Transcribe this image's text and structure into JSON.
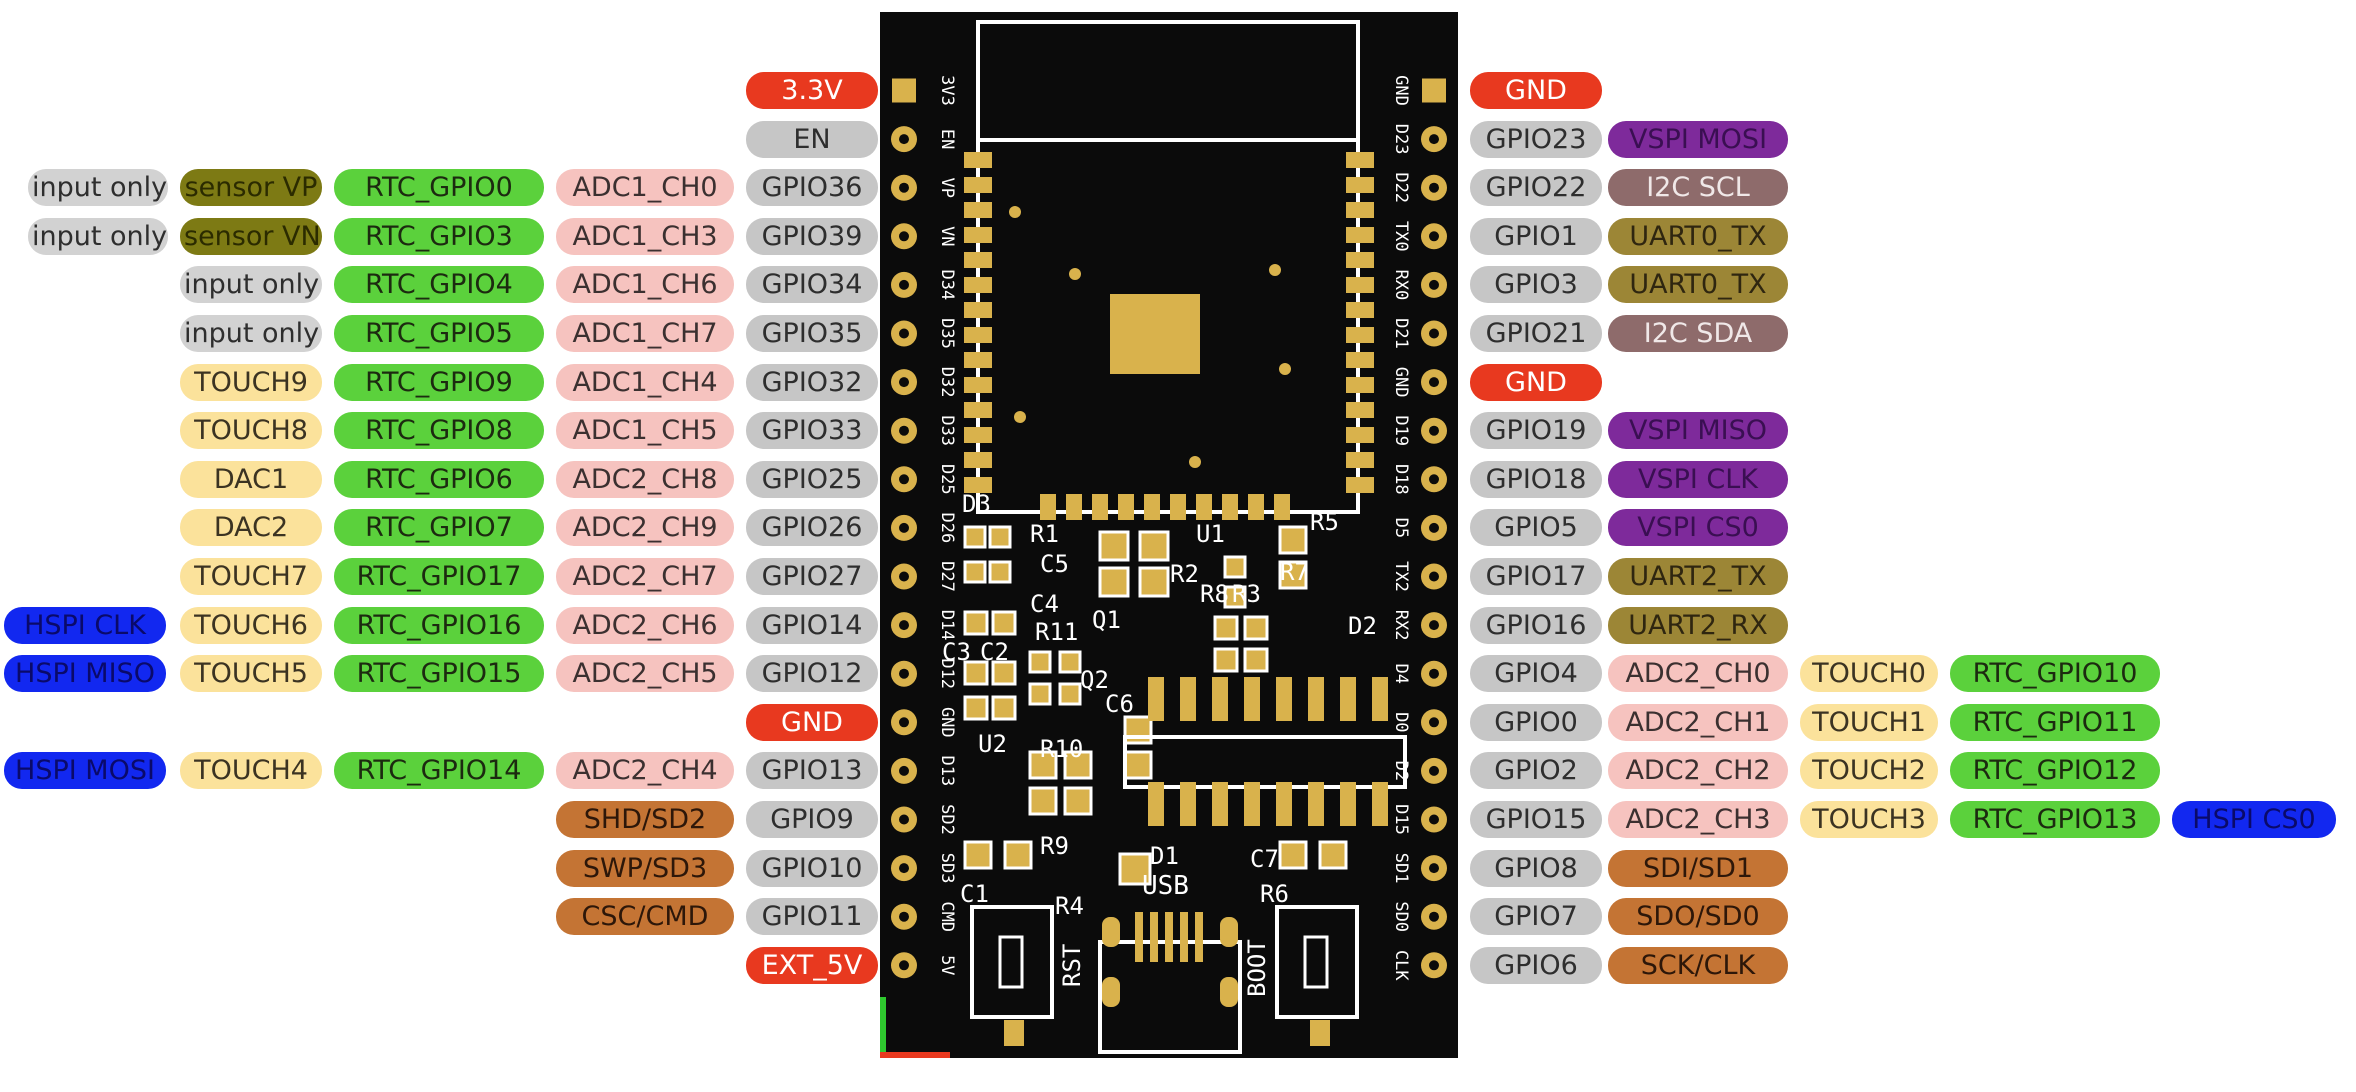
{
  "colors": {
    "board": "#0b0b0b",
    "pad": "#d9b24c",
    "silk": "#ffffff",
    "power": "#e8391f",
    "gpio": "#c6c6c6",
    "rtc": "#5bd13c",
    "adc": "#f6c3bf",
    "touch": "#fbe29b",
    "sensor": "#7d7a14",
    "hspi": "#1228f0",
    "vspi": "#7e2a9b",
    "i2c": "#8e6b6b",
    "uart": "#9c8636",
    "flash": "#c47434"
  },
  "left_pins": [
    {
      "pin": "3.3V",
      "silk": "3V3",
      "labels": []
    },
    {
      "pin": "EN",
      "silk": "EN",
      "labels": []
    },
    {
      "pin": "GPIO36",
      "silk": "VP",
      "labels": [
        "ADC1_CH0",
        "RTC_GPIO0",
        "sensor VP",
        "input only"
      ]
    },
    {
      "pin": "GPIO39",
      "silk": "VN",
      "labels": [
        "ADC1_CH3",
        "RTC_GPIO3",
        "sensor VN",
        "input only"
      ]
    },
    {
      "pin": "GPIO34",
      "silk": "D34",
      "labels": [
        "ADC1_CH6",
        "RTC_GPIO4",
        "input only"
      ]
    },
    {
      "pin": "GPIO35",
      "silk": "D35",
      "labels": [
        "ADC1_CH7",
        "RTC_GPIO5",
        "input only"
      ]
    },
    {
      "pin": "GPIO32",
      "silk": "D32",
      "labels": [
        "ADC1_CH4",
        "RTC_GPIO9",
        "TOUCH9"
      ]
    },
    {
      "pin": "GPIO33",
      "silk": "D33",
      "labels": [
        "ADC1_CH5",
        "RTC_GPIO8",
        "TOUCH8"
      ]
    },
    {
      "pin": "GPIO25",
      "silk": "D25",
      "labels": [
        "ADC2_CH8",
        "RTC_GPIO6",
        "DAC1"
      ]
    },
    {
      "pin": "GPIO26",
      "silk": "D26",
      "labels": [
        "ADC2_CH9",
        "RTC_GPIO7",
        "DAC2"
      ]
    },
    {
      "pin": "GPIO27",
      "silk": "D27",
      "labels": [
        "ADC2_CH7",
        "RTC_GPIO17",
        "TOUCH7"
      ]
    },
    {
      "pin": "GPIO14",
      "silk": "D14",
      "labels": [
        "ADC2_CH6",
        "RTC_GPIO16",
        "TOUCH6",
        "HSPI CLK"
      ]
    },
    {
      "pin": "GPIO12",
      "silk": "D12",
      "labels": [
        "ADC2_CH5",
        "RTC_GPIO15",
        "TOUCH5",
        "HSPI MISO"
      ]
    },
    {
      "pin": "GND",
      "silk": "GND",
      "labels": []
    },
    {
      "pin": "GPIO13",
      "silk": "D13",
      "labels": [
        "ADC2_CH4",
        "RTC_GPIO14",
        "TOUCH4",
        "HSPI MOSI"
      ]
    },
    {
      "pin": "GPIO9",
      "silk": "SD2",
      "labels": [
        "SHD/SD2"
      ]
    },
    {
      "pin": "GPIO10",
      "silk": "SD3",
      "labels": [
        "SWP/SD3"
      ]
    },
    {
      "pin": "GPIO11",
      "silk": "CMD",
      "labels": [
        "CSC/CMD"
      ]
    },
    {
      "pin": "EXT_5V",
      "silk": "5V",
      "labels": []
    }
  ],
  "right_pins": [
    {
      "pin": "GND",
      "silk": "GND",
      "labels": []
    },
    {
      "pin": "GPIO23",
      "silk": "D23",
      "labels": [
        "VSPI MOSI"
      ]
    },
    {
      "pin": "GPIO22",
      "silk": "D22",
      "labels": [
        "I2C SCL"
      ]
    },
    {
      "pin": "GPIO1",
      "silk": "TX0",
      "labels": [
        "UART0_TX"
      ]
    },
    {
      "pin": "GPIO3",
      "silk": "RX0",
      "labels": [
        "UART0_TX"
      ]
    },
    {
      "pin": "GPIO21",
      "silk": "D21",
      "labels": [
        "I2C SDA"
      ]
    },
    {
      "pin": "GND",
      "silk": "GND",
      "labels": []
    },
    {
      "pin": "GPIO19",
      "silk": "D19",
      "labels": [
        "VSPI MISO"
      ]
    },
    {
      "pin": "GPIO18",
      "silk": "D18",
      "labels": [
        "VSPI CLK"
      ]
    },
    {
      "pin": "GPIO5",
      "silk": "D5",
      "labels": [
        "VSPI CS0"
      ]
    },
    {
      "pin": "GPIO17",
      "silk": "TX2",
      "labels": [
        "UART2_TX"
      ]
    },
    {
      "pin": "GPIO16",
      "silk": "RX2",
      "labels": [
        "UART2_RX"
      ]
    },
    {
      "pin": "GPIO4",
      "silk": "D4",
      "labels": [
        "ADC2_CH0",
        "TOUCH0",
        "RTC_GPIO10"
      ]
    },
    {
      "pin": "GPIO0",
      "silk": "D0",
      "labels": [
        "ADC2_CH1",
        "TOUCH1",
        "RTC_GPIO11"
      ]
    },
    {
      "pin": "GPIO2",
      "silk": "D2",
      "labels": [
        "ADC2_CH2",
        "TOUCH2",
        "RTC_GPIO12"
      ]
    },
    {
      "pin": "GPIO15",
      "silk": "D15",
      "labels": [
        "ADC2_CH3",
        "TOUCH3",
        "RTC_GPIO13",
        "HSPI CS0"
      ]
    },
    {
      "pin": "GPIO8",
      "silk": "SD1",
      "labels": [
        "SDI/SD1"
      ]
    },
    {
      "pin": "GPIO7",
      "silk": "SD0",
      "labels": [
        "SDO/SD0"
      ]
    },
    {
      "pin": "GPIO6",
      "silk": "CLK",
      "labels": [
        "SCK/CLK"
      ]
    }
  ],
  "board": {
    "components": [
      "R1",
      "U1",
      "R5",
      "C5",
      "R2",
      "R7",
      "D3",
      "C4",
      "Q1",
      "R8",
      "R3",
      "D2",
      "R11",
      "C3",
      "C2",
      "Q2",
      "C6",
      "U2",
      "R10",
      "C1",
      "R9",
      "D1",
      "C7",
      "R4",
      "R6"
    ],
    "rst_label": "RST",
    "boot_label": "BOOT",
    "usb_label": "USB"
  }
}
